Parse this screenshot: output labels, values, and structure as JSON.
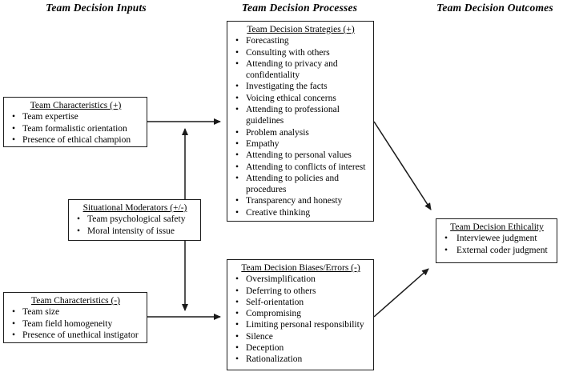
{
  "headers": {
    "inputs": "Team Decision Inputs",
    "processes": "Team Decision Processes",
    "outcomes": "Team Decision Outcomes"
  },
  "boxes": {
    "team_characteristics_plus": {
      "title": "Team Characteristics (+)",
      "items": [
        "Team expertise",
        "Team formalistic orientation",
        "Presence of ethical champion"
      ]
    },
    "situational_moderators": {
      "title": "Situational Moderators (+/-)",
      "items": [
        "Team psychological safety",
        "Moral intensity of issue"
      ]
    },
    "team_characteristics_minus": {
      "title": "Team Characteristics (-)",
      "items": [
        "Team size",
        "Team field homogeneity",
        "Presence of unethical instigator"
      ]
    },
    "team_decision_strategies": {
      "title": "Team Decision Strategies (+)",
      "items": [
        "Forecasting",
        "Consulting with others",
        "Attending to privacy and confidentiality",
        "Investigating the facts",
        "Voicing ethical concerns",
        "Attending to professional guidelines",
        "Problem analysis",
        "Empathy",
        "Attending to personal values",
        "Attending to conflicts of interest",
        "Attending to policies and procedures",
        "Transparency and honesty",
        "Creative thinking"
      ]
    },
    "team_decision_biases": {
      "title": "Team Decision Biases/Errors (-)",
      "items": [
        "Oversimplification",
        "Deferring to others",
        "Self-orientation",
        "Compromising",
        "Limiting personal responsibility",
        "Silence",
        "Deception",
        "Rationalization"
      ]
    },
    "team_decision_ethicality": {
      "title": "Team Decision Ethicality",
      "items": [
        "Interviewee judgment",
        "External coder judgment"
      ]
    }
  },
  "colors": {
    "line": "#1a1a1a",
    "border": "#1c1c1c",
    "background": "#ffffff",
    "text": "#000000"
  }
}
